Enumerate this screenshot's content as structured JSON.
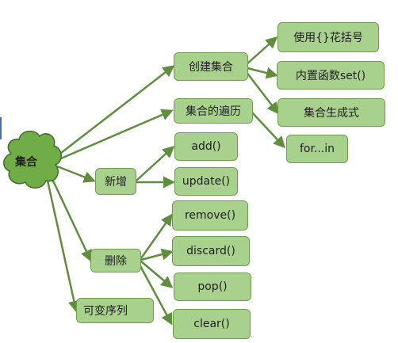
{
  "root": {
    "label": "集合",
    "fill": "#70ad47",
    "stroke": "#3f6d2a"
  },
  "colors": {
    "edge": "#5e8e3e",
    "node_fill": "#a9d18e",
    "node_border": "#6e9d4a"
  },
  "nodes": {
    "create_set": "创建集合",
    "use_braces": "使用{}花括号",
    "builtin_set": "内置函数set()",
    "set_comprehension": "集合生成式",
    "traverse_set": "集合的遍历",
    "for_in": "for...in",
    "add_new": "新增",
    "add_method": "add()",
    "update_method": "update()",
    "delete": "删除",
    "remove_method": "remove()",
    "discard_method": "discard()",
    "pop_method": "pop()",
    "clear_method": "clear()",
    "mutable_sequence": "可变序列"
  }
}
